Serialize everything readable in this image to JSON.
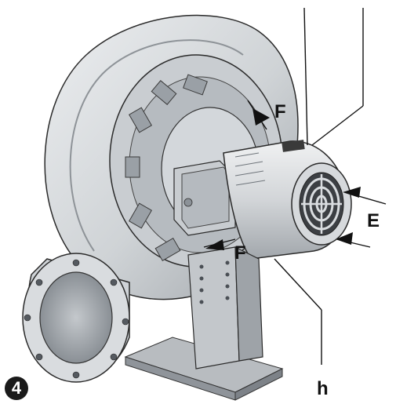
{
  "figure": {
    "number_badge": "4",
    "callouts": {
      "F_top": "F",
      "F_bottom": "F",
      "E": "E",
      "h": "h"
    }
  },
  "colors": {
    "blower_body": "#d9dcdf",
    "blower_shadow": "#9ea3a8",
    "outline": "#2a2a2a",
    "background": "#ffffff"
  }
}
